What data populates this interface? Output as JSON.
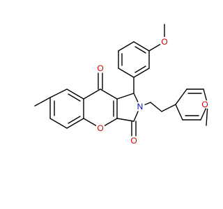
{
  "molecule": {
    "atom_labels": {
      "carbonyl_o_top": "O",
      "carbonyl_o_bottom": "O",
      "ring_o": "O",
      "methoxy_o_top": "O",
      "methoxy_o_right": "O",
      "nitrogen": "N"
    },
    "colors": {
      "bond": "#000000",
      "oxygen": "#d00000",
      "nitrogen": "#0000cc"
    }
  }
}
